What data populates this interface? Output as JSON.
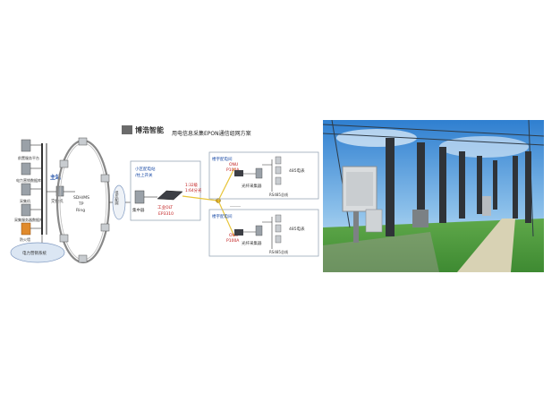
{
  "diagram": {
    "logo_text": "博浩智能",
    "title": "用电信息采集EPON通信组网方案",
    "main_station_label": "主站",
    "left_servers": [
      "前置服务平台",
      "电力营销数据库",
      "采集机",
      "采集服务器数据库",
      "防火墙"
    ],
    "switch_label": "交换机",
    "ring_label": "SDH/MSTP Ring",
    "marketing_label": "电力营销系统",
    "substation_label": "低压配网",
    "community_label": "小区配电站/柱上开关",
    "concentrator_label": "集中器",
    "olt_label": "工业OLT",
    "olt_model": "EP3310",
    "split_label": "1:32级",
    "split_label2": "1:64分光",
    "building_label": "楼宇配电间",
    "onu_label": "ONU",
    "onu_model": "P100A",
    "fiber_collector_label": "光纤采集器",
    "meter_label": "485电表",
    "rs485_label": "RS485总线",
    "building2_label": "楼宇配电间",
    "ellipsis": "……"
  },
  "photo": {
    "description_icon": "substation-photo"
  }
}
